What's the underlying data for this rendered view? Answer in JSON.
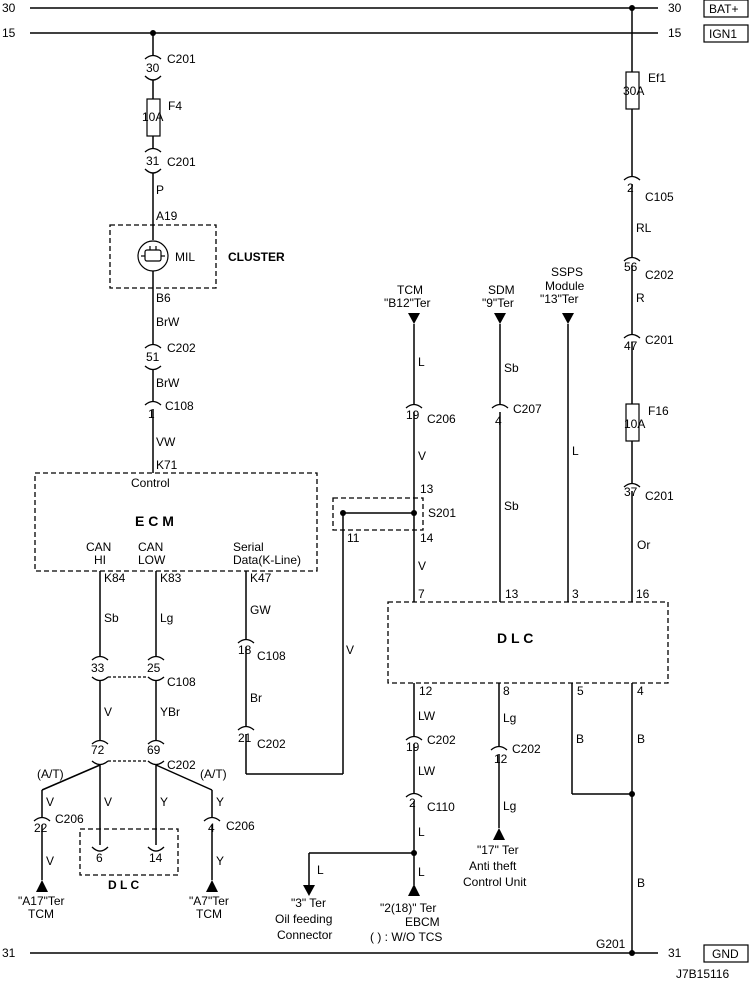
{
  "rails": {
    "bat": {
      "left_no": "30",
      "right_no": "30",
      "label": "BAT+"
    },
    "ign": {
      "left_no": "15",
      "right_no": "15",
      "label": "IGN1"
    },
    "gnd": {
      "left_no": "31",
      "right_no": "31",
      "label": "GND",
      "ground": "G201"
    }
  },
  "mil_branch": {
    "c201_top": {
      "pin": "30",
      "name": "C201"
    },
    "fuse_f4": {
      "name": "F4",
      "rating": "10A"
    },
    "c201_bot": {
      "pin": "31",
      "name": "C201"
    },
    "wire_p": "P",
    "pin_a19": "A19",
    "mil_label": "MIL",
    "cluster_label": "CLUSTER",
    "pin_b6": "B6",
    "wire_brw1": "BrW",
    "c202": {
      "pin": "51",
      "name": "C202"
    },
    "wire_brw2": "BrW",
    "c108": {
      "pin": "1",
      "name": "C108"
    },
    "wire_vw": "VW",
    "pin_k71": "K71",
    "control_label": "Control"
  },
  "ecm": {
    "title": "E C M",
    "can_hi": [
      "CAN",
      "HI"
    ],
    "can_low": [
      "CAN",
      "LOW"
    ],
    "serial": [
      "Serial",
      "Data(K-Line)"
    ],
    "pin_k84": "K84",
    "pin_k83": "K83",
    "pin_k47": "K47"
  },
  "can": {
    "wire_sb": "Sb",
    "wire_lg": "Lg",
    "c108_hi": "33",
    "c108_lo": "25",
    "c108_name": "C108",
    "wire_v": "V",
    "wire_ybr": "YBr",
    "c202_hi": "72",
    "c202_lo": "69",
    "c202_name": "C202",
    "at_left": "(A/T)",
    "at_right": "(A/T)",
    "wire_v_left": "V",
    "wire_v_mid": "V",
    "wire_y_mid": "Y",
    "wire_y_right": "Y",
    "c206_left": {
      "pin": "22",
      "name": "C206"
    },
    "c206_right": {
      "pin": "4",
      "name": "C206"
    },
    "wire_v_bot": "V",
    "wire_y_bot": "Y",
    "dlc_pins": [
      "6",
      "14"
    ],
    "dlc_label": "D L C",
    "tcm_left": [
      "\"A17\"Ter",
      "TCM"
    ],
    "tcm_right": [
      "\"A7\"Ter",
      "TCM"
    ]
  },
  "kline": {
    "wire_gw": "GW",
    "c108": {
      "pin": "18",
      "name": "C108"
    },
    "wire_br": "Br",
    "c202": {
      "pin": "21",
      "name": "C202"
    },
    "wire_v": "V"
  },
  "tcm_top": {
    "label": [
      "TCM",
      "\"B12\"Ter"
    ],
    "wire_l": "L",
    "c206": {
      "pin": "19",
      "name": "C206"
    },
    "wire_v": "V",
    "pin13": "13",
    "s201": "S201",
    "pin11": "11",
    "pin14": "14",
    "wire_v2": "V",
    "pin7": "7"
  },
  "sdm": {
    "label": [
      "SDM",
      "\"9\"Ter"
    ],
    "wire_sb": "Sb",
    "c207": {
      "pin": "4",
      "name": "C207"
    },
    "wire_sb2": "Sb",
    "pin13": "13"
  },
  "ssps": {
    "label": [
      "SSPS",
      "Module",
      "\"13\"Ter"
    ],
    "wire_l": "L",
    "pin3": "3"
  },
  "bat_branch": {
    "fuse_ef1": {
      "name": "Ef1",
      "rating": "30A"
    },
    "c105": {
      "pin": "2",
      "name": "C105"
    },
    "wire_rl": "RL",
    "c202": {
      "pin": "56",
      "name": "C202"
    },
    "wire_r": "R",
    "c201a": {
      "pin": "47",
      "name": "C201"
    },
    "fuse_f16": {
      "name": "F16",
      "rating": "10A"
    },
    "c201b": {
      "pin": "37",
      "name": "C201"
    },
    "wire_or": "Or",
    "pin16": "16"
  },
  "dlc": {
    "title": "D L C",
    "pin12": "12",
    "pin8": "8",
    "pin5": "5",
    "pin4": "4",
    "wire_lw1": "LW",
    "c202": {
      "pin": "19",
      "name": "C202"
    },
    "wire_lw2": "LW",
    "c110": {
      "pin": "2",
      "name": "C110"
    },
    "wire_l1": "L",
    "wire_l2": "L",
    "wire_l3": "L",
    "oil": [
      "\"3\" Ter",
      "Oil feeding",
      "Connector"
    ],
    "ebcm": [
      "\"2(18)\" Ter",
      "EBCM",
      "( ) : W/O TCS"
    ],
    "wire_lg": "Lg",
    "c202_lg": {
      "pin": "12",
      "name": "C202"
    },
    "wire_lg2": "Lg",
    "antitheft": [
      "\"17\" Ter",
      "Anti theft",
      "Control Unit"
    ],
    "wire_b1": "B",
    "wire_b2": "B",
    "wire_b3": "B"
  },
  "code": "J7B15116"
}
